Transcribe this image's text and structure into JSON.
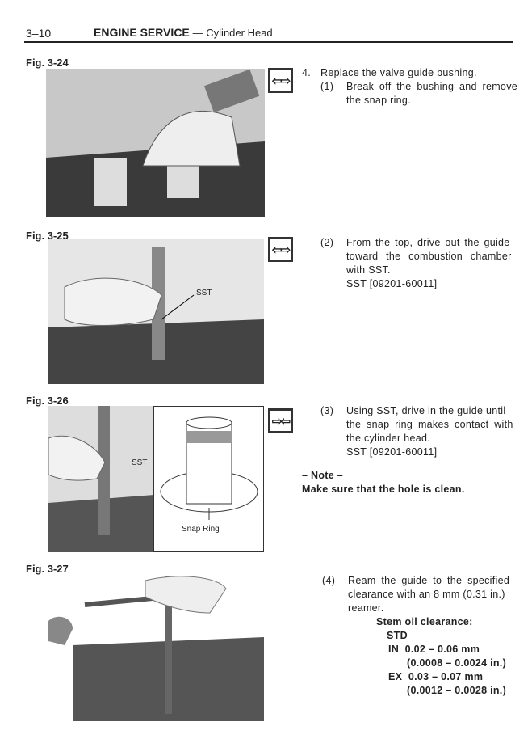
{
  "header": {
    "page_number": "3–10",
    "section": "ENGINE SERVICE",
    "subsection": "— Cylinder Head"
  },
  "figures": [
    {
      "label": "Fig. 3-24"
    },
    {
      "label": "Fig. 3-25",
      "callout": "SST"
    },
    {
      "label": "Fig. 3-26",
      "callout": "SST",
      "diagram_label": "Snap Ring"
    },
    {
      "label": "Fig. 3-27"
    }
  ],
  "icons": {
    "remove": "⇦⇨",
    "install": "⇨⇦"
  },
  "steps": {
    "s4": "4.",
    "s4_text": "Replace the valve guide bushing.",
    "s1": "(1)",
    "s1_l1": "Break off the bushing and remove",
    "s1_l2": "the snap ring.",
    "s2": "(2)",
    "s2_l1": "From the top, drive out the guide",
    "s2_l2": "toward the combustion chamber",
    "s2_l3": "with SST.",
    "s2_l4": "SST [09201-60011]",
    "s3": "(3)",
    "s3_l1": "Using SST, drive in the guide until",
    "s3_l2": "the snap ring makes contact with",
    "s3_l3": "the cylinder head.",
    "s3_l4": "SST [09201-60011]",
    "note_title": "– Note –",
    "note_text": "Make sure that the hole is clean.",
    "s5": "(4)",
    "s5_l1": "Ream the guide to the specified",
    "s5_l2": "clearance with an 8 mm (0.31 in.)",
    "s5_l3": "reamer.",
    "spec_title": "Stem oil clearance:",
    "spec_std": "STD",
    "spec_in": "IN  0.02 – 0.06 mm",
    "spec_in_in": "(0.0008 – 0.0024 in.)",
    "spec_ex": "EX  0.03 – 0.07 mm",
    "spec_ex_in": "(0.0012 – 0.0028 in.)"
  }
}
